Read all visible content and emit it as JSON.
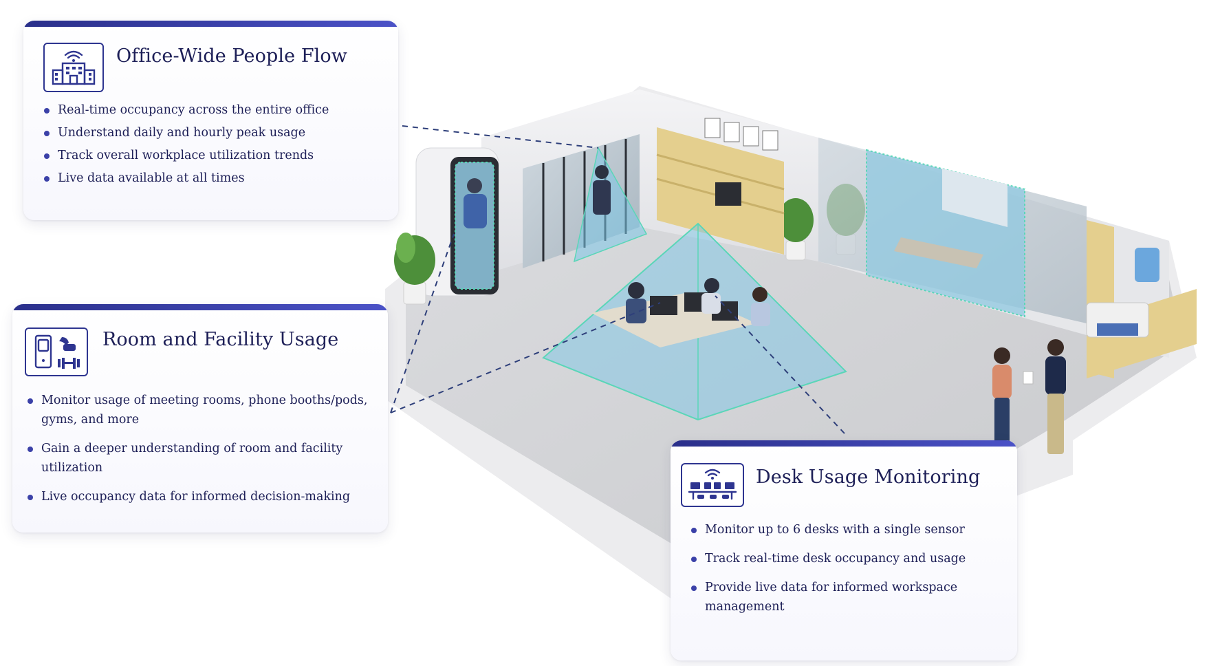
{
  "cards": {
    "people_flow": {
      "title": "Office-Wide People Flow",
      "icon": "office-building-wifi-icon",
      "bullets": [
        "Real-time occupancy across the entire office",
        "Understand daily and hourly peak usage",
        "Track overall workplace utilization trends",
        "Live data available at all times"
      ]
    },
    "room_facility": {
      "title": "Room and Facility Usage",
      "icon": "room-facility-icon",
      "bullets": [
        "Monitor usage of meeting rooms, phone booths/pods, gyms, and more",
        "Gain a deeper understanding of room and facility utilization",
        "Live occupancy data for informed decision-making"
      ]
    },
    "desk_usage": {
      "title": "Desk Usage Monitoring",
      "icon": "desk-sensor-icon",
      "bullets": [
        "Monitor up to 6 desks with a single sensor",
        "Track real-time desk occupancy and usage",
        "Provide live data for informed workspace management"
      ]
    }
  },
  "colors": {
    "accent": "#2e3590",
    "sensor_zone": "#7cc6e6",
    "sensor_edge": "#5ad6b8"
  }
}
